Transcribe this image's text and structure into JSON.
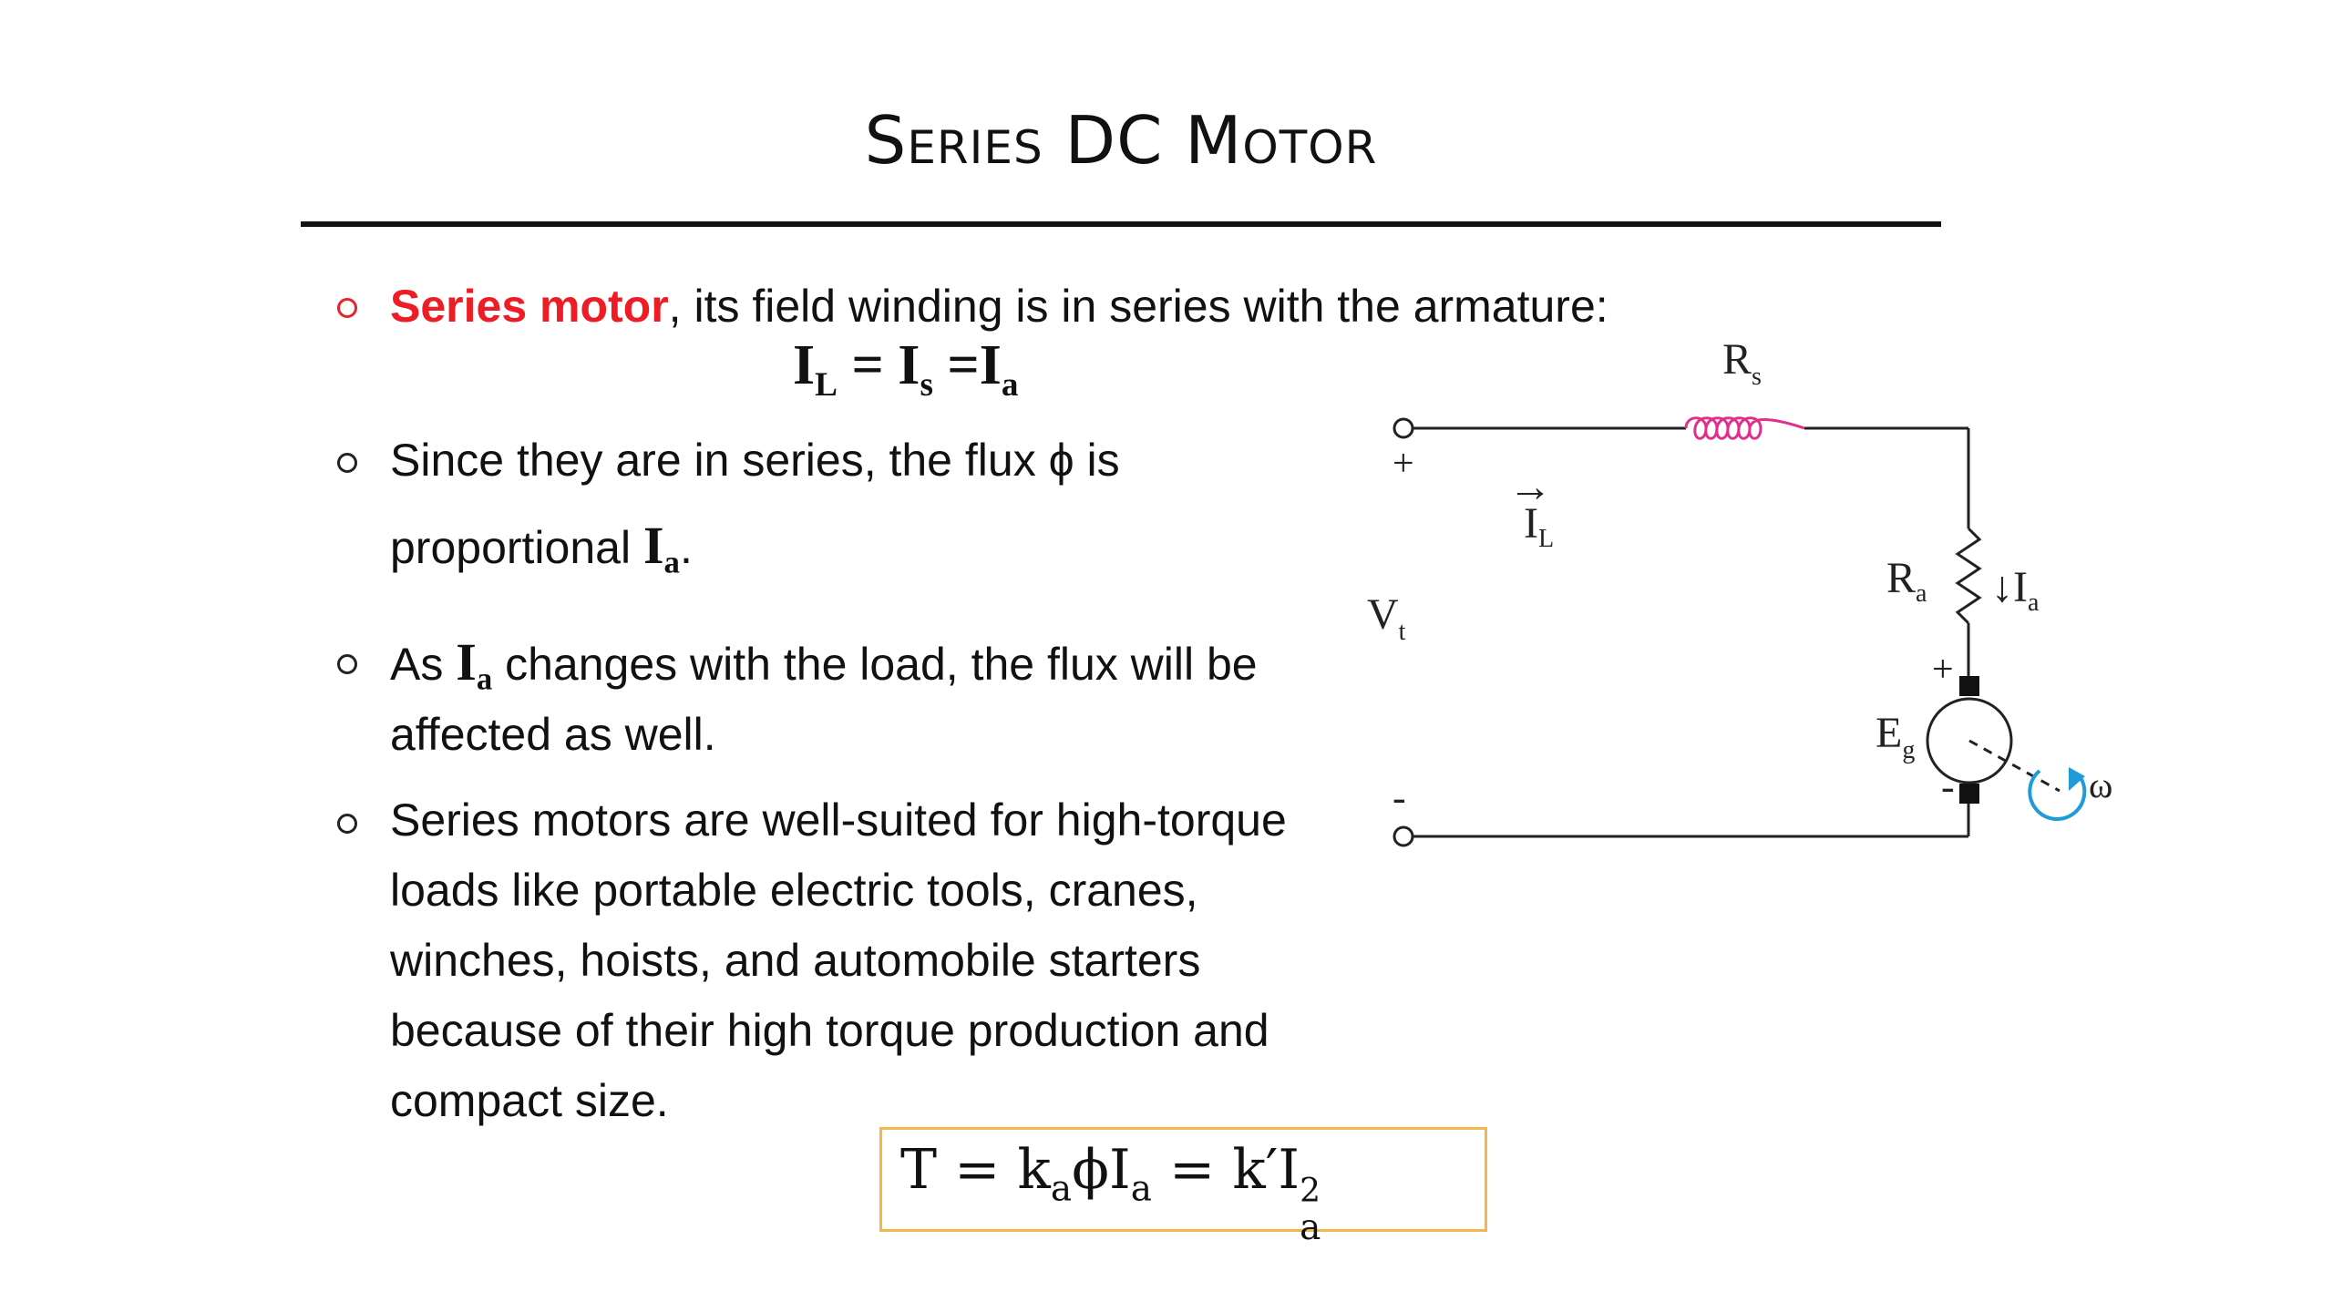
{
  "slide": {
    "title": "Series DC Motor",
    "bullets": [
      {
        "emphasis": "Series motor",
        "text": ", its field winding is in series with the armature:"
      },
      {
        "line1": "Since they are in series, the flux ϕ is",
        "line2_pre": "proportional ",
        "line2_post": "."
      },
      {
        "pre": "As ",
        "post": " changes with the load, the flux will be",
        "line2": "affected as well."
      },
      {
        "lines": [
          "Series motors are well-suited for high-torque",
          "loads like portable electric tools, cranes,",
          "winches, hoists, and automobile starters",
          "because of their high torque production and",
          "compact size."
        ]
      }
    ],
    "equation_current": {
      "I": "I",
      "L": "L",
      "s": "s",
      "a": "a",
      "eq": "=",
      "eq2": " ="
    },
    "torque_formula": {
      "T": "T",
      "eq": " = ",
      "k": "k",
      "a": "a",
      "phi": "ϕ",
      "I": "I",
      "k_prime": "k′",
      "two": "2"
    }
  },
  "circuit": {
    "labels": {
      "Rs_main": "R",
      "Rs_sub": "s",
      "Ra_main": "R",
      "Ra_sub": "a",
      "IL_main": "I",
      "IL_sub": "L",
      "Ia_main": "I",
      "Ia_sub": "a",
      "Vt_main": "V",
      "Vt_sub": "t",
      "Eg_main": "E",
      "Eg_sub": "g",
      "omega": "ω",
      "plus": "+",
      "minus": "-",
      "arrow_right": "→",
      "arrow_down": "↓"
    },
    "colors": {
      "wire": "#222222",
      "field_coil": "#e0308a",
      "rotation": "#1f9bd8"
    }
  },
  "colors": {
    "emphasis": "#ee1c25",
    "box_border": "#f4b64b"
  }
}
